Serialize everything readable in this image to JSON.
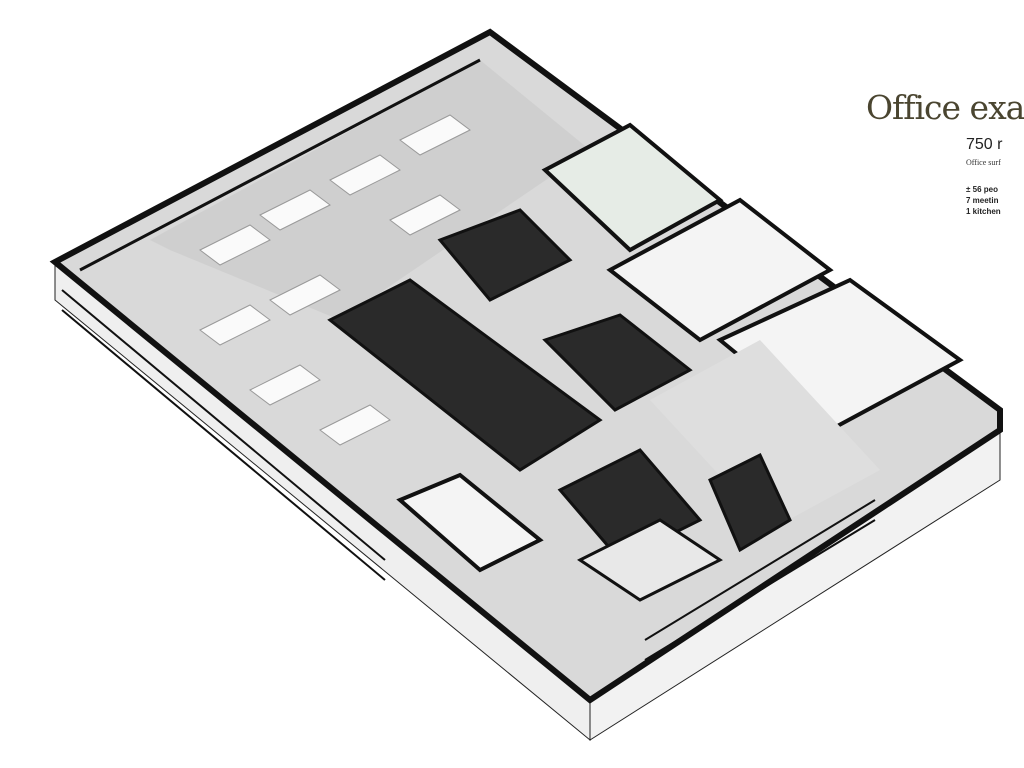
{
  "heading": {
    "title": "Office exar",
    "area": "750 r",
    "surface_label": "Office surf"
  },
  "facts": [
    "± 56 peo",
    "7 meetin",
    "1 kitchen"
  ],
  "colors": {
    "wall": "#1a1a1a",
    "floor": "#d9d9d9",
    "room_white": "#f4f4f4",
    "meeting_black": "#2a2a2a",
    "title": "#4a4530"
  }
}
